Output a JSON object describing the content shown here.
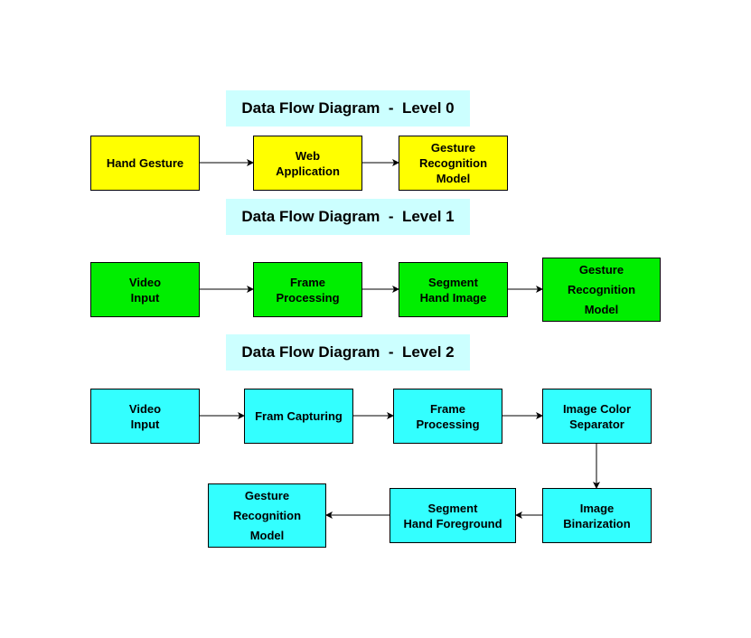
{
  "level0": {
    "title": "Data Flow Diagram  -  Level 0",
    "color": "#ffff00",
    "nodes": {
      "hand_gesture": "Hand Gesture",
      "web_application": "Web\nApplication",
      "gesture_recognition_model": "Gesture\nRecognition\nModel"
    }
  },
  "level1": {
    "title": "Data Flow Diagram  -  Level 1",
    "color": "#00ee00",
    "nodes": {
      "video_input": "Video\nInput",
      "frame_processing": "Frame\nProcessing",
      "segment_hand_image": "Segment\nHand Image",
      "gesture_recognition_model": "Gesture\nRecognition\nModel"
    }
  },
  "level2": {
    "title": "Data Flow Diagram  -  Level 2",
    "color": "#33ffff",
    "nodes": {
      "video_input": "Video\nInput",
      "fram_capturing": "Fram Capturing",
      "frame_processing": "Frame\nProcessing",
      "image_color_separator": "Image Color\nSeparator",
      "image_binarization": "Image\nBinarization",
      "segment_hand_foreground": "Segment\nHand Foreground",
      "gesture_recognition_model": "Gesture\nRecognition\nModel"
    }
  },
  "title_bg_color": "#ccffff"
}
